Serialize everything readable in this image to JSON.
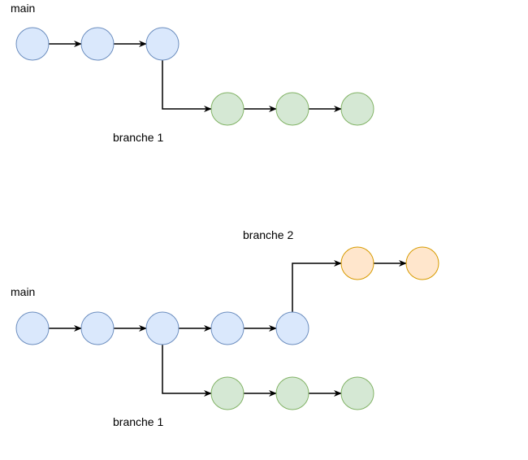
{
  "colors": {
    "main_fill": "#dae8fc",
    "main_stroke": "#6c8ebf",
    "branch1_fill": "#d5e8d4",
    "branch1_stroke": "#82b366",
    "branch2_fill": "#ffe6cc",
    "branch2_stroke": "#d79b00",
    "edge": "#000000"
  },
  "diagram_top": {
    "main_label": "main",
    "branch1_label": "branche 1",
    "main_commit_count": 3,
    "branch1_commit_count": 3,
    "branch1_from_main_commit": 3
  },
  "diagram_bottom": {
    "main_label": "main",
    "branch1_label": "branche 1",
    "branch2_label": "branche 2",
    "main_commit_count": 5,
    "branch1_commit_count": 3,
    "branch1_from_main_commit": 3,
    "branch2_commit_count": 2,
    "branch2_from_main_commit": 5
  }
}
